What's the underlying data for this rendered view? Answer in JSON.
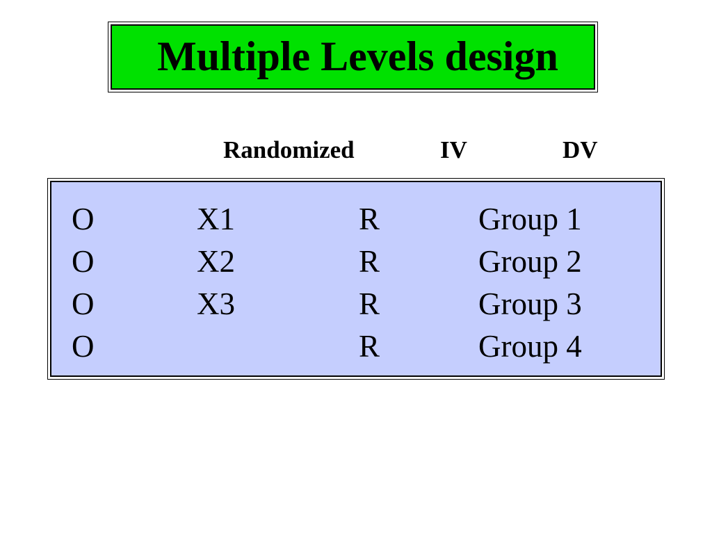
{
  "slide": {
    "title": "Multiple Levels design",
    "headers": {
      "randomized": "Randomized",
      "iv": "IV",
      "dv": "DV"
    },
    "rows": [
      {
        "o": "O",
        "x": "X1",
        "r": "R",
        "group": "Group 1"
      },
      {
        "o": "O",
        "x": "X2",
        "r": "R",
        "group": "Group 2"
      },
      {
        "o": "O",
        "x": "X3",
        "r": "R",
        "group": "Group 3"
      },
      {
        "o": "O",
        "x": "",
        "r": "R",
        "group": "Group 4"
      }
    ]
  },
  "colors": {
    "title_background": "#00e100",
    "table_background": "#c5cefe",
    "border": "#000000"
  }
}
